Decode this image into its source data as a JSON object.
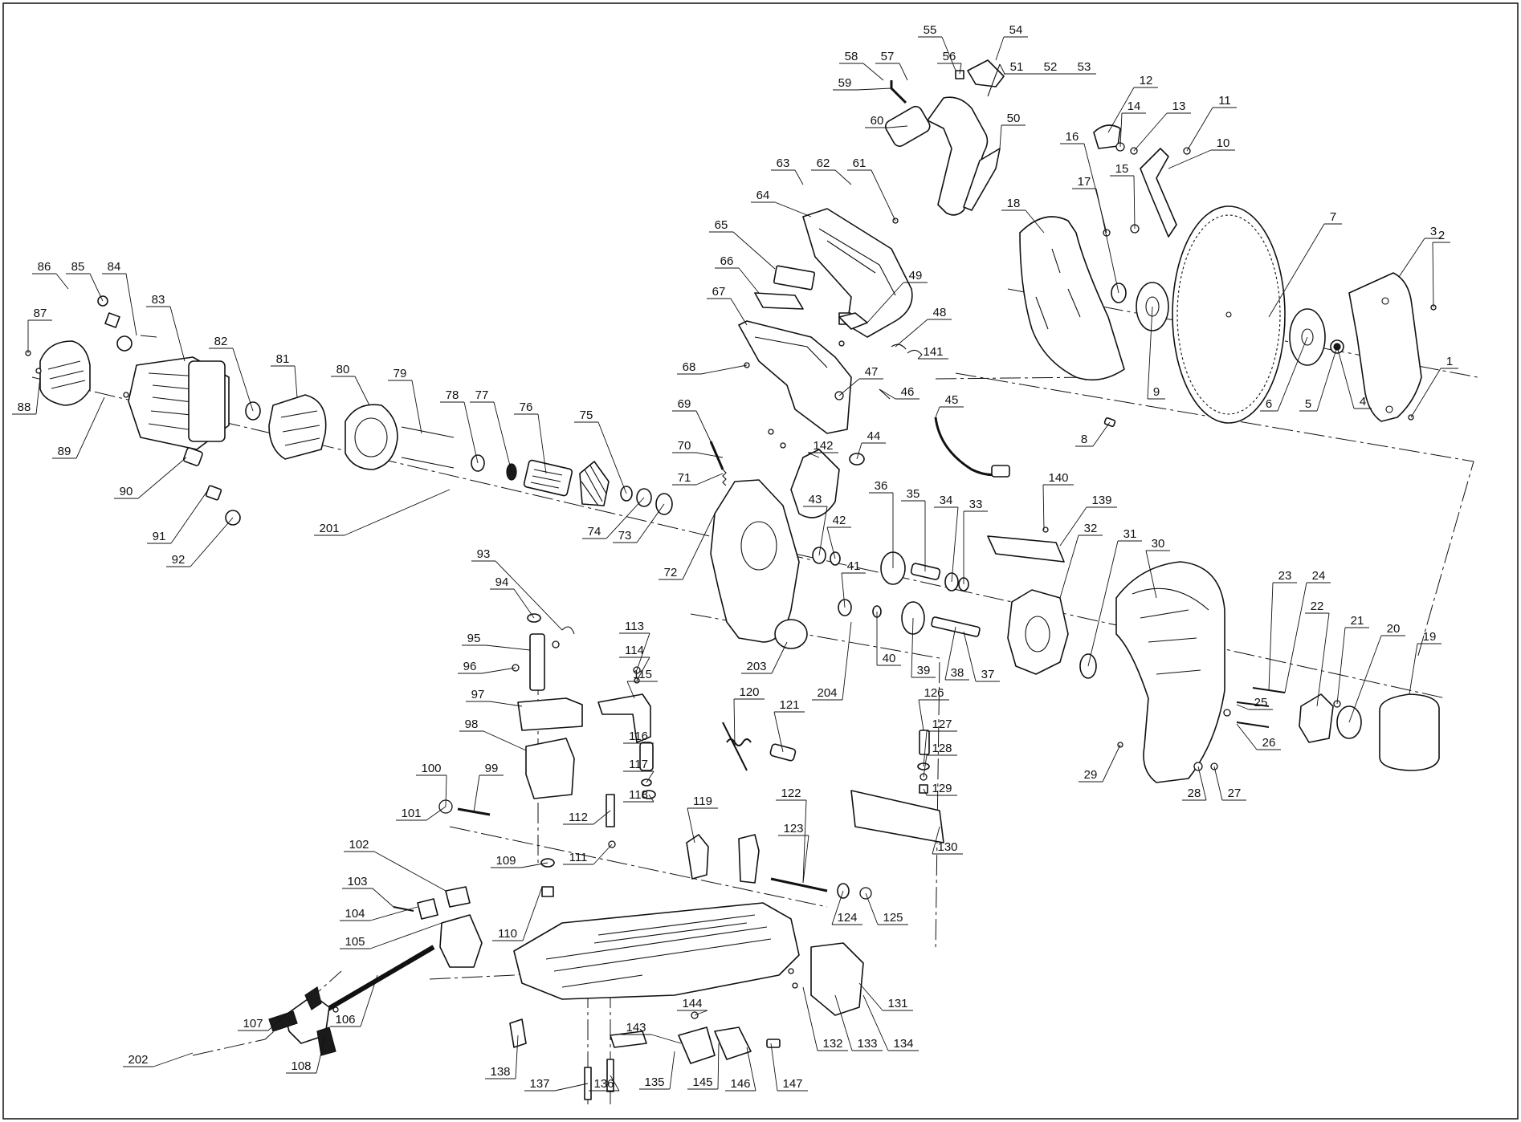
{
  "diagram": {
    "type": "exploded-parts-view",
    "callouts": [
      {
        "id": "1"
      },
      {
        "id": "2"
      },
      {
        "id": "3"
      },
      {
        "id": "4"
      },
      {
        "id": "5"
      },
      {
        "id": "6"
      },
      {
        "id": "7"
      },
      {
        "id": "8"
      },
      {
        "id": "9"
      },
      {
        "id": "10"
      },
      {
        "id": "11"
      },
      {
        "id": "12"
      },
      {
        "id": "13"
      },
      {
        "id": "14"
      },
      {
        "id": "15"
      },
      {
        "id": "16"
      },
      {
        "id": "17"
      },
      {
        "id": "18"
      },
      {
        "id": "19"
      },
      {
        "id": "20"
      },
      {
        "id": "21"
      },
      {
        "id": "22"
      },
      {
        "id": "23"
      },
      {
        "id": "24"
      },
      {
        "id": "25"
      },
      {
        "id": "26"
      },
      {
        "id": "27"
      },
      {
        "id": "28"
      },
      {
        "id": "29"
      },
      {
        "id": "30"
      },
      {
        "id": "31"
      },
      {
        "id": "32"
      },
      {
        "id": "33"
      },
      {
        "id": "34"
      },
      {
        "id": "35"
      },
      {
        "id": "36"
      },
      {
        "id": "37"
      },
      {
        "id": "38"
      },
      {
        "id": "39"
      },
      {
        "id": "40"
      },
      {
        "id": "41"
      },
      {
        "id": "42"
      },
      {
        "id": "43"
      },
      {
        "id": "44"
      },
      {
        "id": "45"
      },
      {
        "id": "46"
      },
      {
        "id": "47"
      },
      {
        "id": "48"
      },
      {
        "id": "49"
      },
      {
        "id": "50"
      },
      {
        "id": "51"
      },
      {
        "id": "52"
      },
      {
        "id": "53"
      },
      {
        "id": "54"
      },
      {
        "id": "55"
      },
      {
        "id": "56"
      },
      {
        "id": "57"
      },
      {
        "id": "58"
      },
      {
        "id": "59"
      },
      {
        "id": "60"
      },
      {
        "id": "61"
      },
      {
        "id": "62"
      },
      {
        "id": "63"
      },
      {
        "id": "64"
      },
      {
        "id": "65"
      },
      {
        "id": "66"
      },
      {
        "id": "67"
      },
      {
        "id": "68"
      },
      {
        "id": "69"
      },
      {
        "id": "70"
      },
      {
        "id": "71"
      },
      {
        "id": "72"
      },
      {
        "id": "73"
      },
      {
        "id": "74"
      },
      {
        "id": "75"
      },
      {
        "id": "76"
      },
      {
        "id": "77"
      },
      {
        "id": "78"
      },
      {
        "id": "79"
      },
      {
        "id": "80"
      },
      {
        "id": "81"
      },
      {
        "id": "82"
      },
      {
        "id": "83"
      },
      {
        "id": "84"
      },
      {
        "id": "85"
      },
      {
        "id": "86"
      },
      {
        "id": "87"
      },
      {
        "id": "88"
      },
      {
        "id": "89"
      },
      {
        "id": "90"
      },
      {
        "id": "91"
      },
      {
        "id": "92"
      },
      {
        "id": "93"
      },
      {
        "id": "94"
      },
      {
        "id": "95"
      },
      {
        "id": "96"
      },
      {
        "id": "97"
      },
      {
        "id": "98"
      },
      {
        "id": "99"
      },
      {
        "id": "100"
      },
      {
        "id": "101"
      },
      {
        "id": "102"
      },
      {
        "id": "103"
      },
      {
        "id": "104"
      },
      {
        "id": "105"
      },
      {
        "id": "106"
      },
      {
        "id": "107"
      },
      {
        "id": "108"
      },
      {
        "id": "109"
      },
      {
        "id": "110"
      },
      {
        "id": "111"
      },
      {
        "id": "112"
      },
      {
        "id": "113"
      },
      {
        "id": "114"
      },
      {
        "id": "115"
      },
      {
        "id": "116"
      },
      {
        "id": "117"
      },
      {
        "id": "118"
      },
      {
        "id": "119"
      },
      {
        "id": "120"
      },
      {
        "id": "121"
      },
      {
        "id": "122"
      },
      {
        "id": "123"
      },
      {
        "id": "124"
      },
      {
        "id": "125"
      },
      {
        "id": "126"
      },
      {
        "id": "127"
      },
      {
        "id": "128"
      },
      {
        "id": "129"
      },
      {
        "id": "130"
      },
      {
        "id": "131"
      },
      {
        "id": "132"
      },
      {
        "id": "133"
      },
      {
        "id": "134"
      },
      {
        "id": "135"
      },
      {
        "id": "136"
      },
      {
        "id": "137"
      },
      {
        "id": "138"
      },
      {
        "id": "139"
      },
      {
        "id": "140"
      },
      {
        "id": "141"
      },
      {
        "id": "142"
      },
      {
        "id": "143"
      },
      {
        "id": "144"
      },
      {
        "id": "145"
      },
      {
        "id": "146"
      },
      {
        "id": "147"
      },
      {
        "id": "201"
      },
      {
        "id": "202"
      },
      {
        "id": "203"
      },
      {
        "id": "204"
      }
    ]
  }
}
